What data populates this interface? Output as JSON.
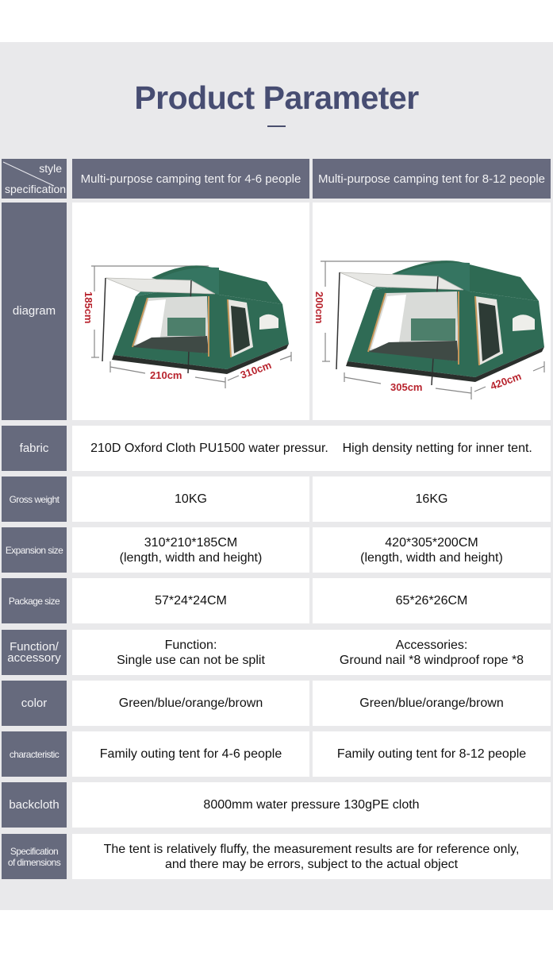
{
  "header": {
    "title": "Product Parameter"
  },
  "table": {
    "corner": {
      "top_label": "style",
      "bottom_label": "specification"
    },
    "columns": [
      "Multi-purpose camping tent for 4-6 people",
      "Multi-purpose camping tent for 8-12 people"
    ],
    "diagram": {
      "label": "diagram",
      "left": {
        "height": "185cm",
        "width": "210cm",
        "length": "310cm",
        "icon": "tent-diagram-icon"
      },
      "right": {
        "height": "200cm",
        "width": "305cm",
        "length": "420cm",
        "icon": "tent-diagram-icon"
      }
    },
    "rows": {
      "fabric": {
        "label": "fabric",
        "value": "210D Oxford Cloth PU1500 water pressur.    High density netting for inner tent."
      },
      "gross_weight": {
        "label": "Gross weight",
        "left": "10KG",
        "right": "16KG"
      },
      "expansion_size": {
        "label": "Expansion size",
        "left_line1": "310*210*185CM",
        "left_line2": "(length, width and height)",
        "right_line1": "420*305*200CM",
        "right_line2": "(length, width and height)"
      },
      "package_size": {
        "label": "Package size",
        "left": "57*24*24CM",
        "right": "65*26*26CM"
      },
      "function_accessory": {
        "label_line1": "Function/",
        "label_line2": "accessory",
        "left_line1": "Function:",
        "left_line2": "Single use can not be split",
        "right_line1": "Accessories:",
        "right_line2": "Ground nail *8 windproof rope *8"
      },
      "color": {
        "label": "color",
        "left": "Green/blue/orange/brown",
        "right": "Green/blue/orange/brown"
      },
      "characteristic": {
        "label": "characteristic",
        "left": "Family outing tent for 4-6 people",
        "right": "Family outing tent for 8-12 people"
      },
      "backcloth": {
        "label": "backcloth",
        "value": "8000mm water pressure 130gPE cloth"
      },
      "spec_dimensions": {
        "label_line1": "Specification",
        "label_line2": "of dimensions",
        "line1": "The tent is relatively fluffy, the measurement results are for reference only,",
        "line2": "and there may be errors, subject to the actual object"
      }
    }
  },
  "colors": {
    "title": "#474d72",
    "label_bg": "#666a7d",
    "panel_bg": "#e9e9eb",
    "tent_green": "#2f6b55",
    "dimension_red": "#b8242e"
  }
}
